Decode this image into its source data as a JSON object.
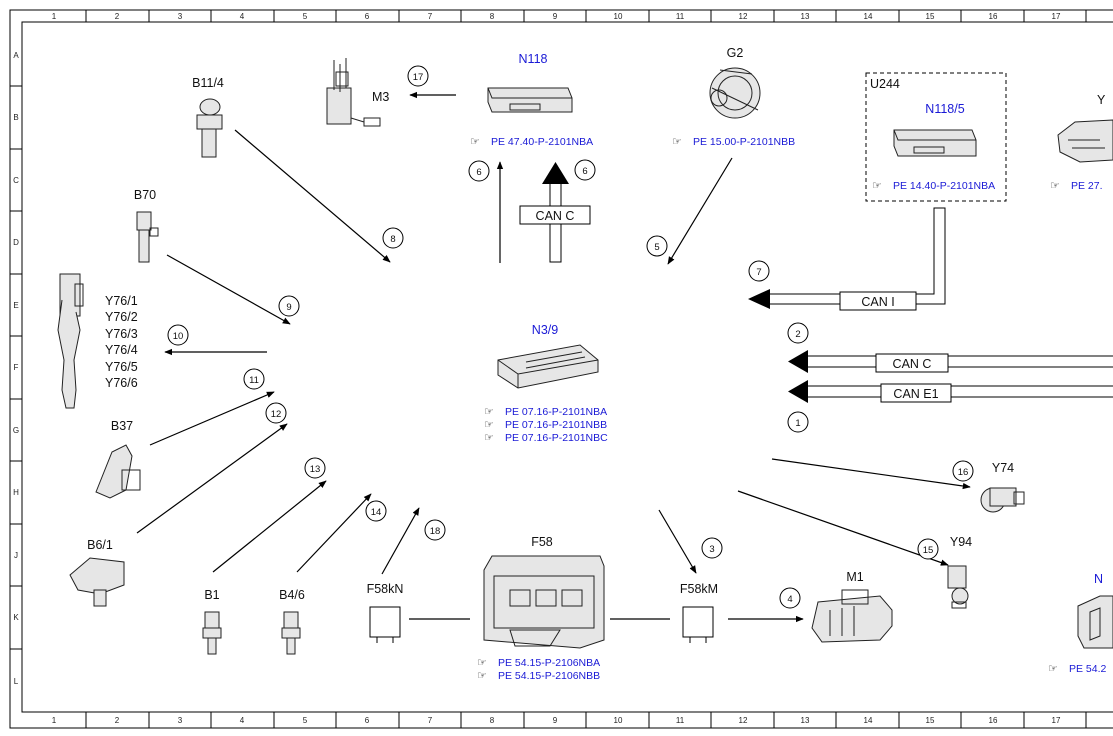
{
  "grid": {
    "columns": [
      "1",
      "2",
      "3",
      "4",
      "5",
      "6",
      "7",
      "8",
      "9",
      "10",
      "11",
      "12",
      "13",
      "14",
      "15",
      "16",
      "17"
    ],
    "rows": [
      "A",
      "B",
      "C",
      "D",
      "E",
      "F",
      "G",
      "H",
      "J",
      "K",
      "L"
    ]
  },
  "components": {
    "m3": "M3",
    "n118": "N118",
    "g2": "G2",
    "u244": "U244",
    "n118_5": "N118/5",
    "y_partial": "Y",
    "b11_4": "B11/4",
    "b70": "B70",
    "y76_1": "Y76/1",
    "y76_2": "Y76/2",
    "y76_3": "Y76/3",
    "y76_4": "Y76/4",
    "y76_5": "Y76/5",
    "y76_6": "Y76/6",
    "n3_9": "N3/9",
    "b37": "B37",
    "b6_1": "B6/1",
    "b1": "B1",
    "b4_6": "B4/6",
    "f58kn": "F58kN",
    "f58": "F58",
    "f58km": "F58kM",
    "m1": "M1",
    "y74": "Y74",
    "y94": "Y94",
    "n_partial": "N"
  },
  "refs": {
    "n118": "PE 47.40-P-2101NBA",
    "g2": "PE 15.00-P-2101NBB",
    "n118_5": "PE 14.40-P-2101NBA",
    "y_partial": "PE 27.",
    "n3_9_a": "PE 07.16-P-2101NBA",
    "n3_9_b": "PE 07.16-P-2101NBB",
    "n3_9_c": "PE 07.16-P-2101NBC",
    "f58_a": "PE 54.15-P-2106NBA",
    "f58_b": "PE 54.15-P-2106NBB",
    "n_partial": "PE 54.2"
  },
  "buses": {
    "can_c_top": "CAN C",
    "can_i": "CAN I",
    "can_c_right": "CAN C",
    "can_e1": "CAN E1"
  },
  "callouts": {
    "c1": "1",
    "c2": "2",
    "c3": "3",
    "c4": "4",
    "c5": "5",
    "c6a": "6",
    "c6b": "6",
    "c7": "7",
    "c8": "8",
    "c9": "9",
    "c10": "10",
    "c11": "11",
    "c12": "12",
    "c13": "13",
    "c14": "14",
    "c15": "15",
    "c16": "16",
    "c17": "17",
    "c18": "18"
  }
}
